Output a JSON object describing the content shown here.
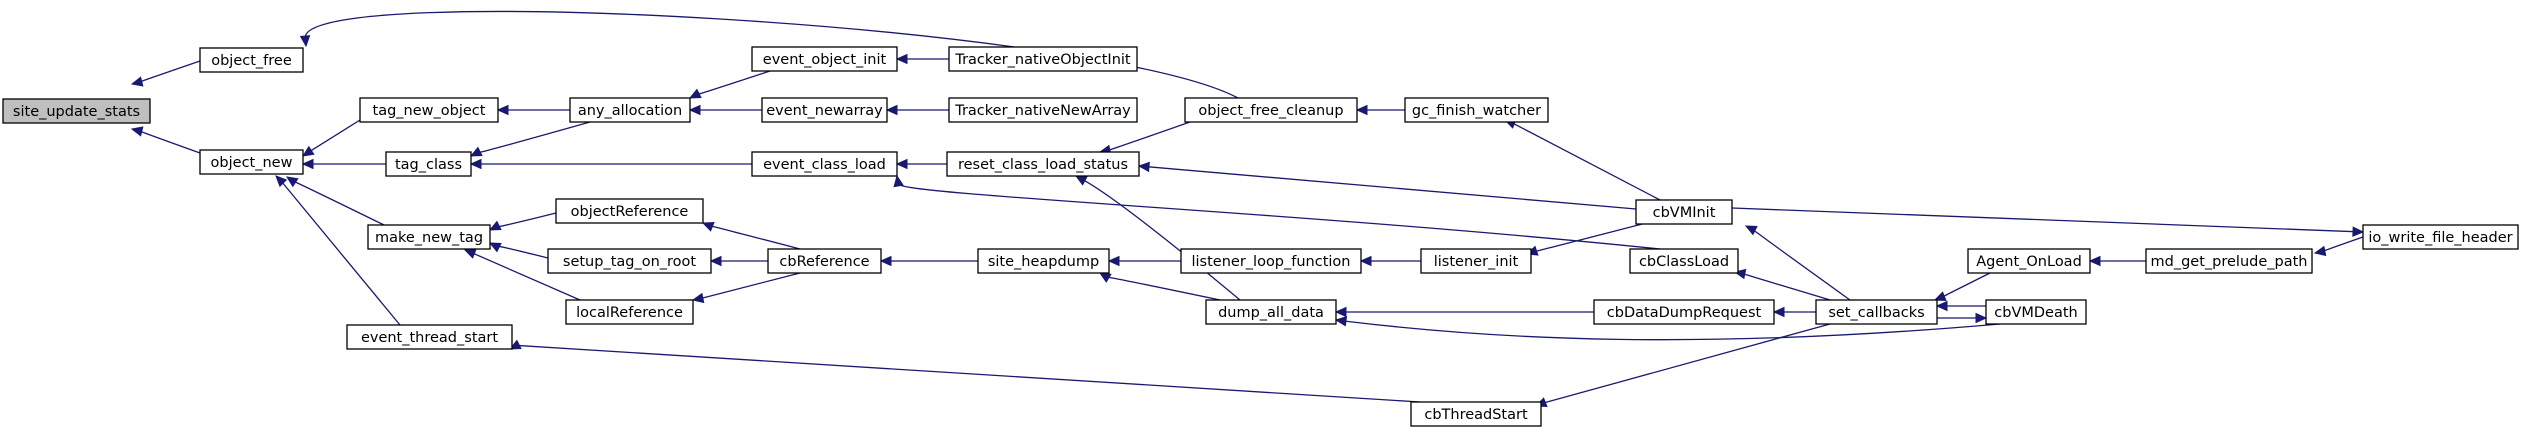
{
  "diagram": {
    "colors": {
      "node_fill": "#ffffff",
      "root_fill": "#bfbfbf",
      "border": "#000000",
      "edge": "#191970"
    },
    "nodes": [
      {
        "id": "site_update_stats",
        "label": "site_update_stats",
        "root": true
      },
      {
        "id": "object_free",
        "label": "object_free"
      },
      {
        "id": "object_new",
        "label": "object_new"
      },
      {
        "id": "tag_new_object",
        "label": "tag_new_object"
      },
      {
        "id": "tag_class",
        "label": "tag_class"
      },
      {
        "id": "make_new_tag",
        "label": "make_new_tag"
      },
      {
        "id": "event_thread_start",
        "label": "event_thread_start"
      },
      {
        "id": "any_allocation",
        "label": "any_allocation"
      },
      {
        "id": "objectReference",
        "label": "objectReference"
      },
      {
        "id": "setup_tag_on_root",
        "label": "setup_tag_on_root"
      },
      {
        "id": "localReference",
        "label": "localReference"
      },
      {
        "id": "event_object_init",
        "label": "event_object_init"
      },
      {
        "id": "event_newarray",
        "label": "event_newarray"
      },
      {
        "id": "event_class_load",
        "label": "event_class_load"
      },
      {
        "id": "cbReference",
        "label": "cbReference"
      },
      {
        "id": "Tracker_nativeObjectInit",
        "label": "Tracker_nativeObjectInit"
      },
      {
        "id": "Tracker_nativeNewArray",
        "label": "Tracker_nativeNewArray"
      },
      {
        "id": "reset_class_load_status",
        "label": "reset_class_load_status"
      },
      {
        "id": "site_heapdump",
        "label": "site_heapdump"
      },
      {
        "id": "object_free_cleanup",
        "label": "object_free_cleanup"
      },
      {
        "id": "listener_loop_function",
        "label": "listener_loop_function"
      },
      {
        "id": "dump_all_data",
        "label": "dump_all_data"
      },
      {
        "id": "gc_finish_watcher",
        "label": "gc_finish_watcher"
      },
      {
        "id": "listener_init",
        "label": "listener_init"
      },
      {
        "id": "cbThreadStart",
        "label": "cbThreadStart"
      },
      {
        "id": "cbVMInit",
        "label": "cbVMInit"
      },
      {
        "id": "cbClassLoad",
        "label": "cbClassLoad"
      },
      {
        "id": "cbDataDumpRequest",
        "label": "cbDataDumpRequest"
      },
      {
        "id": "set_callbacks",
        "label": "set_callbacks"
      },
      {
        "id": "Agent_OnLoad",
        "label": "Agent_OnLoad"
      },
      {
        "id": "cbVMDeath",
        "label": "cbVMDeath"
      },
      {
        "id": "md_get_prelude_path",
        "label": "md_get_prelude_path"
      },
      {
        "id": "io_write_file_header",
        "label": "io_write_file_header"
      }
    ],
    "edges": [
      {
        "from": "object_free",
        "to": "site_update_stats"
      },
      {
        "from": "object_new",
        "to": "site_update_stats"
      },
      {
        "from": "object_free_cleanup",
        "to": "object_free"
      },
      {
        "from": "tag_new_object",
        "to": "object_new"
      },
      {
        "from": "tag_class",
        "to": "object_new"
      },
      {
        "from": "make_new_tag",
        "to": "object_new"
      },
      {
        "from": "event_thread_start",
        "to": "object_new"
      },
      {
        "from": "any_allocation",
        "to": "tag_new_object"
      },
      {
        "from": "any_allocation",
        "to": "tag_class"
      },
      {
        "from": "event_class_load",
        "to": "tag_class"
      },
      {
        "from": "objectReference",
        "to": "make_new_tag"
      },
      {
        "from": "setup_tag_on_root",
        "to": "make_new_tag"
      },
      {
        "from": "localReference",
        "to": "make_new_tag"
      },
      {
        "from": "cbThreadStart",
        "to": "event_thread_start"
      },
      {
        "from": "event_object_init",
        "to": "any_allocation"
      },
      {
        "from": "event_newarray",
        "to": "any_allocation"
      },
      {
        "from": "cbReference",
        "to": "objectReference"
      },
      {
        "from": "cbReference",
        "to": "setup_tag_on_root"
      },
      {
        "from": "cbReference",
        "to": "localReference"
      },
      {
        "from": "Tracker_nativeObjectInit",
        "to": "event_object_init"
      },
      {
        "from": "Tracker_nativeNewArray",
        "to": "event_newarray"
      },
      {
        "from": "reset_class_load_status",
        "to": "event_class_load"
      },
      {
        "from": "cbClassLoad",
        "to": "event_class_load"
      },
      {
        "from": "site_heapdump",
        "to": "cbReference"
      },
      {
        "from": "object_free_cleanup",
        "to": "reset_class_load_status"
      },
      {
        "from": "dump_all_data",
        "to": "reset_class_load_status"
      },
      {
        "from": "cbVMInit",
        "to": "reset_class_load_status"
      },
      {
        "from": "listener_loop_function",
        "to": "site_heapdump"
      },
      {
        "from": "dump_all_data",
        "to": "site_heapdump"
      },
      {
        "from": "gc_finish_watcher",
        "to": "object_free_cleanup"
      },
      {
        "from": "listener_init",
        "to": "listener_loop_function"
      },
      {
        "from": "cbDataDumpRequest",
        "to": "dump_all_data"
      },
      {
        "from": "cbVMDeath",
        "to": "dump_all_data"
      },
      {
        "from": "cbVMInit",
        "to": "gc_finish_watcher"
      },
      {
        "from": "cbVMInit",
        "to": "listener_init"
      },
      {
        "from": "set_callbacks",
        "to": "cbThreadStart"
      },
      {
        "from": "set_callbacks",
        "to": "cbVMInit"
      },
      {
        "from": "set_callbacks",
        "to": "cbClassLoad"
      },
      {
        "from": "set_callbacks",
        "to": "cbDataDumpRequest"
      },
      {
        "from": "Agent_OnLoad",
        "to": "set_callbacks"
      },
      {
        "from": "cbVMDeath",
        "to": "set_callbacks"
      },
      {
        "from": "set_callbacks",
        "to": "cbVMDeath"
      },
      {
        "from": "md_get_prelude_path",
        "to": "Agent_OnLoad"
      },
      {
        "from": "io_write_file_header",
        "to": "md_get_prelude_path"
      },
      {
        "from": "cbVMInit",
        "to": "io_write_file_header"
      }
    ]
  }
}
